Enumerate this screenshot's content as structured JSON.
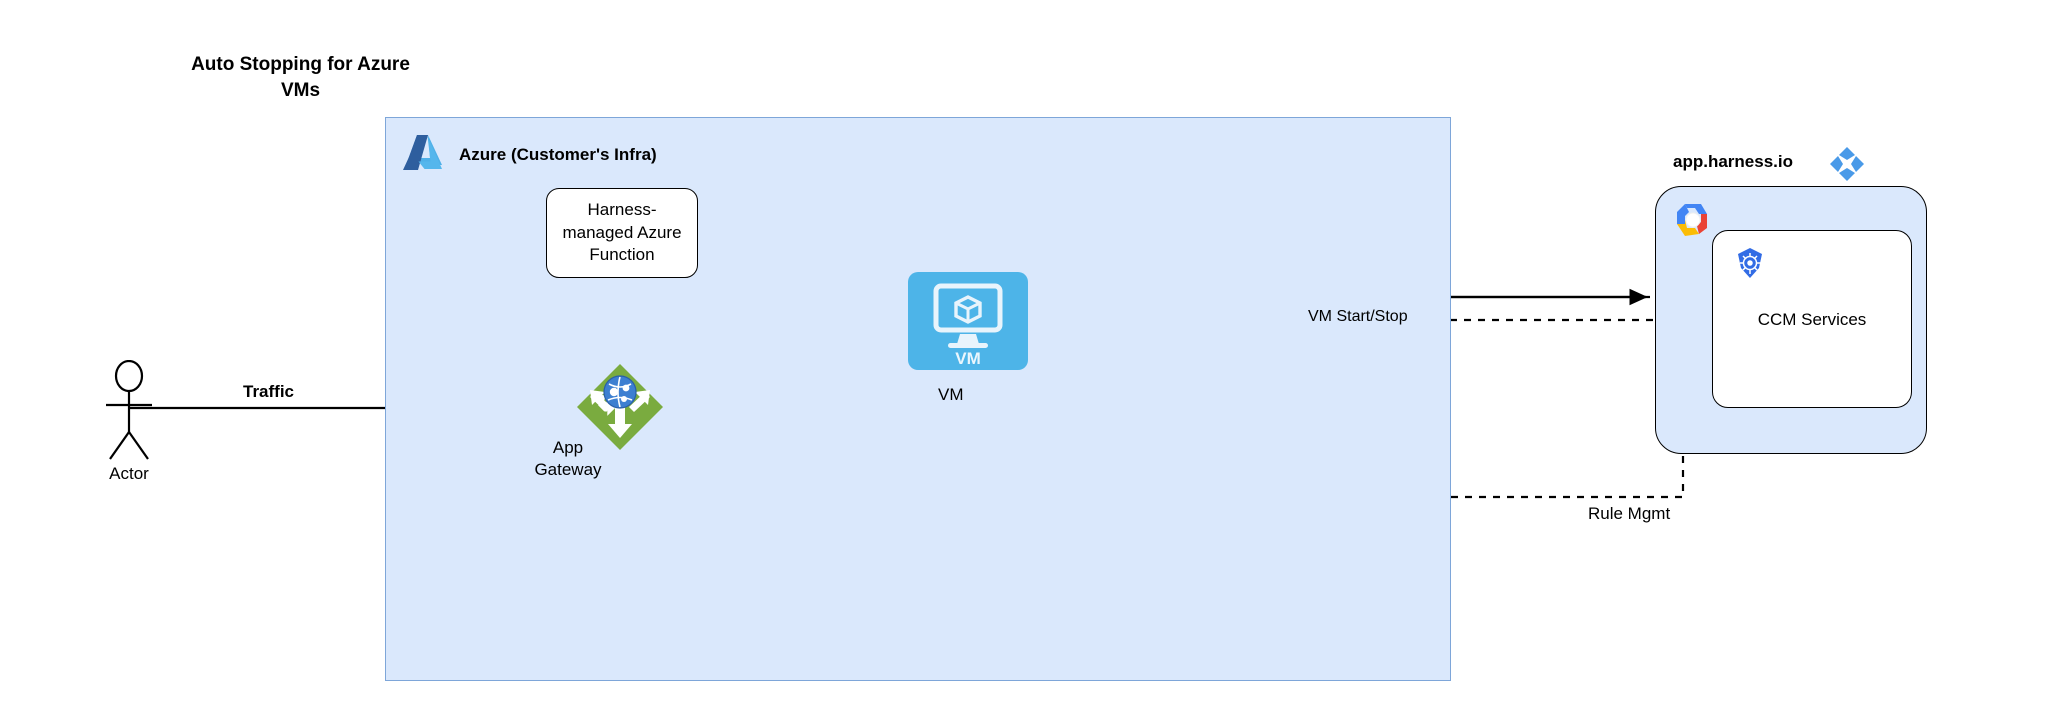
{
  "title": "Auto Stopping for Azure VMs",
  "azure": {
    "label": "Azure (Customer's Infra)",
    "logo_icon": "azure-logo",
    "fill_color": "#dae8fc",
    "border_color": "#7ea6d9"
  },
  "nodes": {
    "azure_function": {
      "label": "Harness-managed Azure Function",
      "line1": "Harness-",
      "line2": "managed Azure",
      "line3": "Function"
    },
    "app_gateway": {
      "label": "App Gateway",
      "line1": "App",
      "line2": "Gateway",
      "icon": "app-gateway-icon",
      "icon_color": "#7aab3f"
    },
    "vm": {
      "label": "VM",
      "icon_label": "VM",
      "icon": "vm-icon",
      "icon_color": "#4db4e8"
    },
    "actor": {
      "label": "Actor",
      "icon": "actor-stick-figure"
    },
    "ccm_services": {
      "label": "CCM Services",
      "k8s_icon": "kubernetes-logo",
      "gcp_icon": "gcp-logo"
    }
  },
  "harness": {
    "label": "app.harness.io",
    "logo_icon": "harness-logo",
    "logo_color": "#4a9ae8",
    "panel_fill": "#dae8fc"
  },
  "edges": {
    "traffic": "Traffic",
    "vm_start_stop": "VM Start/Stop",
    "rule_mgmt": "Rule Mgmt"
  }
}
